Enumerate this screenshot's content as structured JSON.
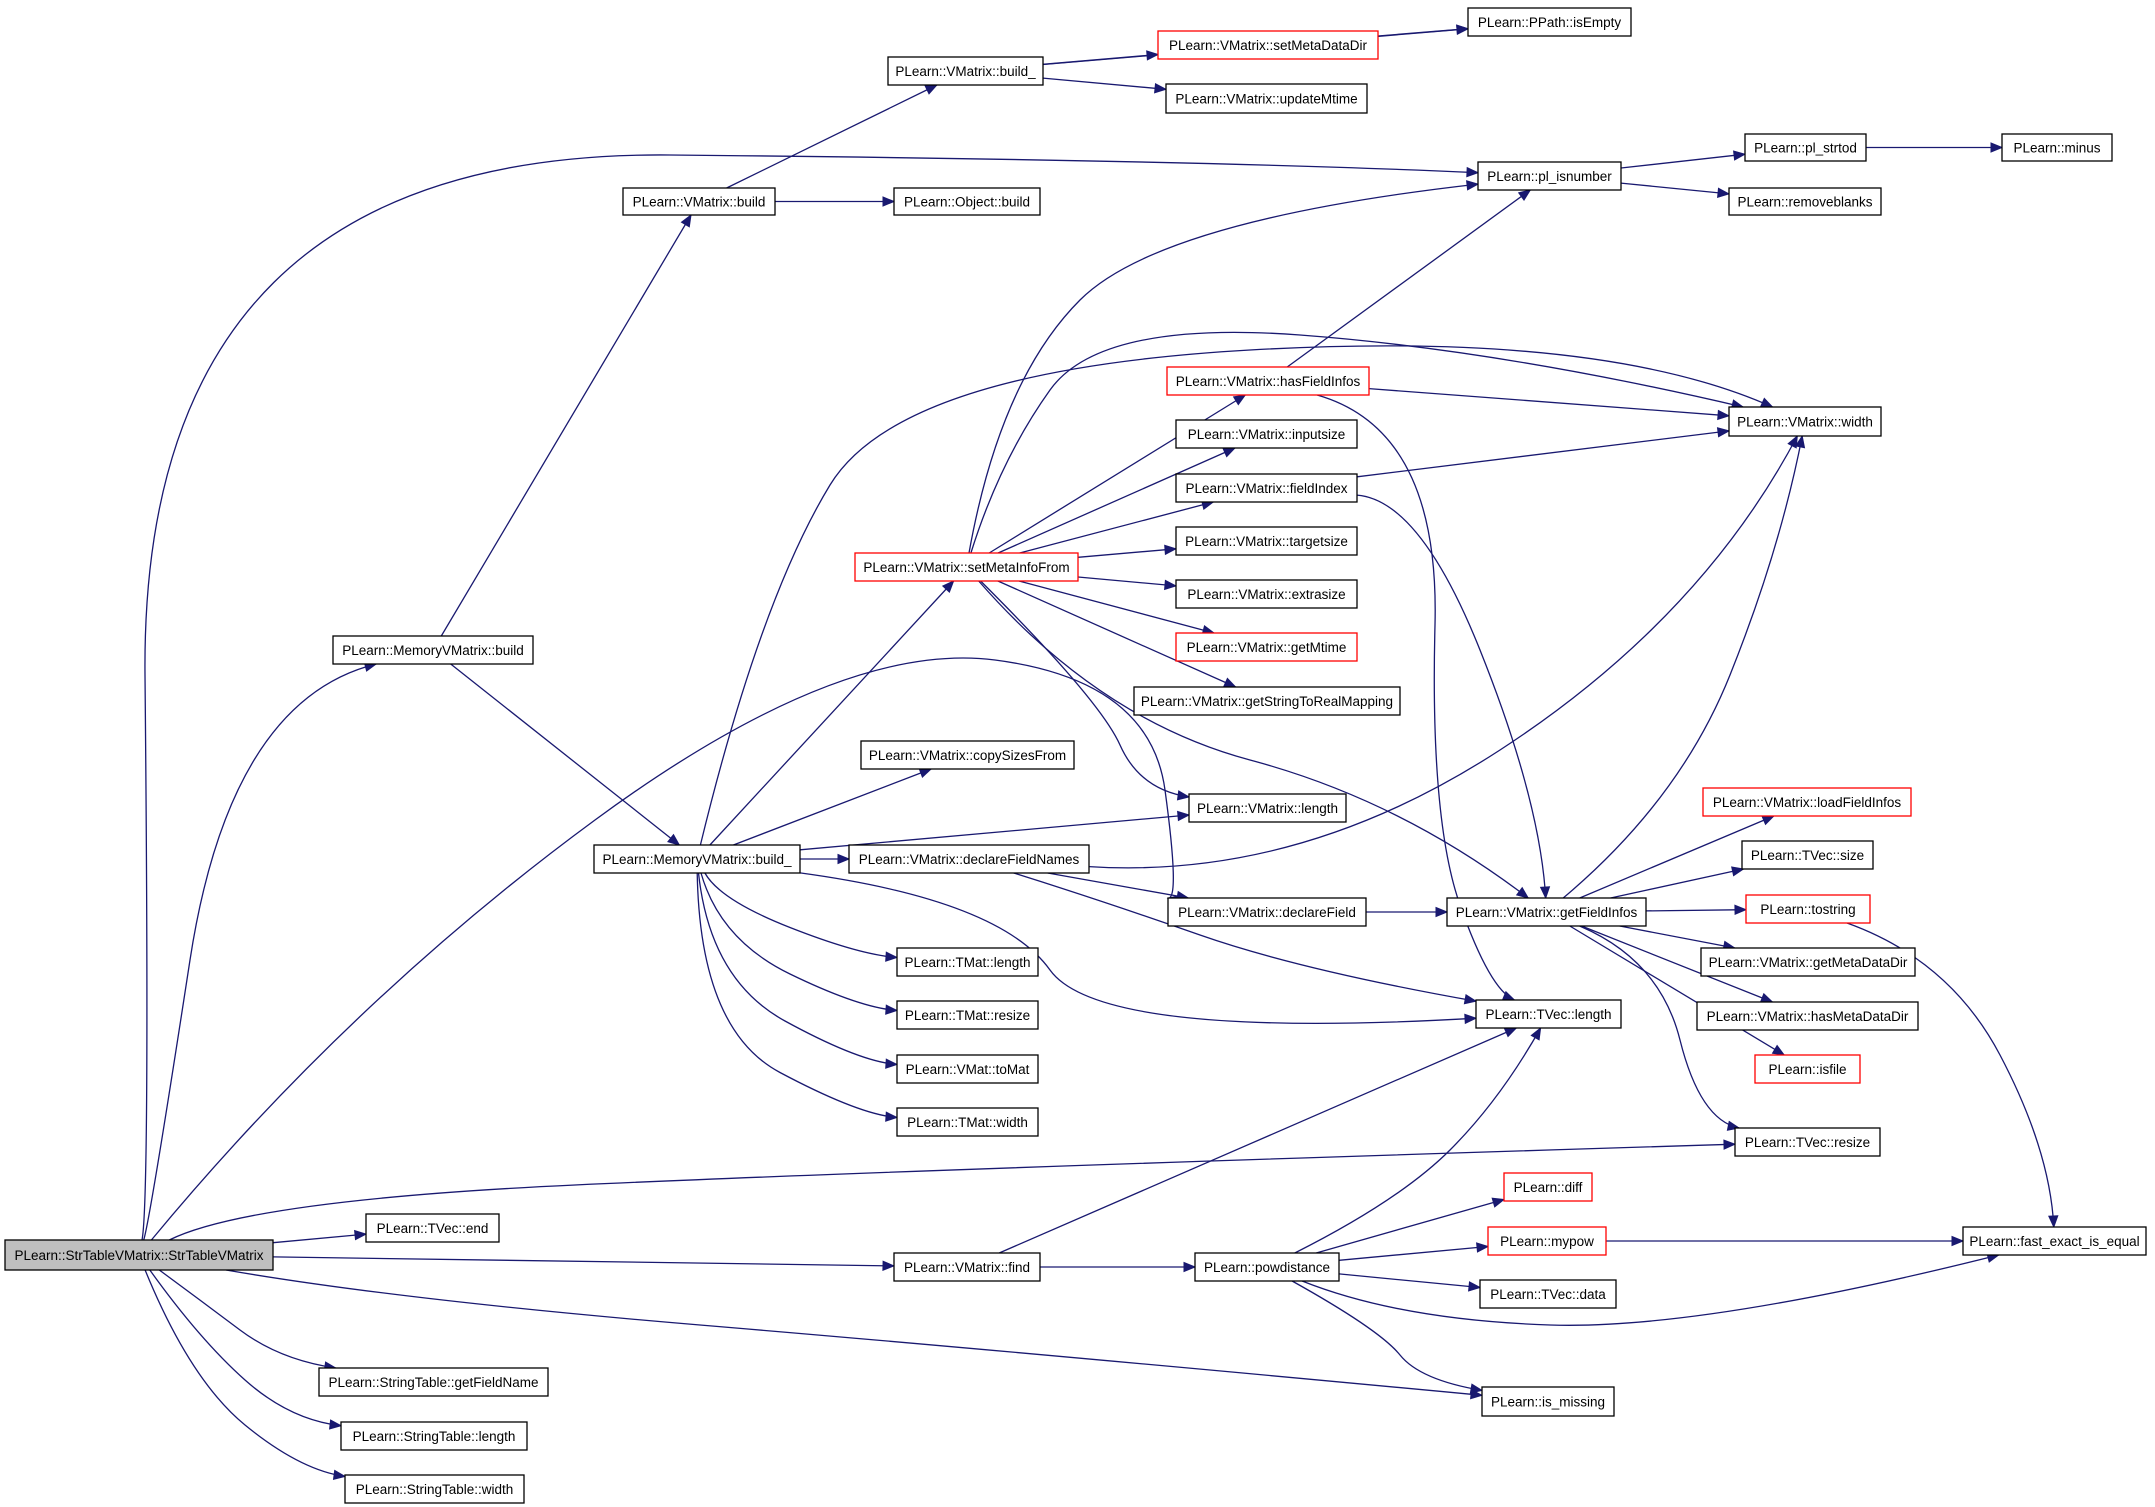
{
  "colors": {
    "edge": "#191970",
    "node_border": "#000000",
    "node_border_truncated": "#ff0000",
    "root_fill": "#bfbfbf",
    "node_fill": "#ffffff"
  },
  "nodes": [
    {
      "id": "root",
      "label": "PLearn::StrTableVMatrix::StrTableVMatrix",
      "style": "root"
    },
    {
      "id": "vm_build",
      "label": "PLearn::VMatrix::build"
    },
    {
      "id": "vm_build_",
      "label": "PLearn::VMatrix::build_"
    },
    {
      "id": "setmetadatadir",
      "label": "PLearn::VMatrix::setMetaDataDir",
      "style": "red"
    },
    {
      "id": "ppath_isempty",
      "label": "PLearn::PPath::isEmpty"
    },
    {
      "id": "updatemtime",
      "label": "PLearn::VMatrix::updateMtime"
    },
    {
      "id": "object_build",
      "label": "PLearn::Object::build"
    },
    {
      "id": "pl_isnumber",
      "label": "PLearn::pl_isnumber"
    },
    {
      "id": "pl_strtod",
      "label": "PLearn::pl_strtod"
    },
    {
      "id": "minus",
      "label": "PLearn::minus"
    },
    {
      "id": "removeblanks",
      "label": "PLearn::removeblanks"
    },
    {
      "id": "hasfieldinfos",
      "label": "PLearn::VMatrix::hasFieldInfos",
      "style": "red"
    },
    {
      "id": "vm_width",
      "label": "PLearn::VMatrix::width"
    },
    {
      "id": "inputsize",
      "label": "PLearn::VMatrix::inputsize"
    },
    {
      "id": "fieldindex",
      "label": "PLearn::VMatrix::fieldIndex"
    },
    {
      "id": "setmetainfofrom",
      "label": "PLearn::VMatrix::setMetaInfoFrom",
      "style": "red"
    },
    {
      "id": "targetsize",
      "label": "PLearn::VMatrix::targetsize"
    },
    {
      "id": "extrasize",
      "label": "PLearn::VMatrix::extrasize"
    },
    {
      "id": "getmtime",
      "label": "PLearn::VMatrix::getMtime",
      "style": "red"
    },
    {
      "id": "getstringtorealmapping",
      "label": "PLearn::VMatrix::getStringToRealMapping"
    },
    {
      "id": "mem_build",
      "label": "PLearn::MemoryVMatrix::build"
    },
    {
      "id": "copysizesfrom",
      "label": "PLearn::VMatrix::copySizesFrom"
    },
    {
      "id": "vm_length",
      "label": "PLearn::VMatrix::length"
    },
    {
      "id": "mem_build_",
      "label": "PLearn::MemoryVMatrix::build_"
    },
    {
      "id": "declarefieldnames",
      "label": "PLearn::VMatrix::declareFieldNames"
    },
    {
      "id": "declarefield",
      "label": "PLearn::VMatrix::declareField"
    },
    {
      "id": "getfieldinfos",
      "label": "PLearn::VMatrix::getFieldInfos"
    },
    {
      "id": "loadfieldinfos",
      "label": "PLearn::VMatrix::loadFieldInfos",
      "style": "red"
    },
    {
      "id": "tvec_size",
      "label": "PLearn::TVec::size"
    },
    {
      "id": "tostring",
      "label": "PLearn::tostring",
      "style": "red"
    },
    {
      "id": "getmetadatadir",
      "label": "PLearn::VMatrix::getMetaDataDir"
    },
    {
      "id": "hasmetadatadir",
      "label": "PLearn::VMatrix::hasMetaDataDir"
    },
    {
      "id": "tmat_length",
      "label": "PLearn::TMat::length"
    },
    {
      "id": "tvec_length",
      "label": "PLearn::TVec::length"
    },
    {
      "id": "tmat_resize",
      "label": "PLearn::TMat::resize"
    },
    {
      "id": "isfile",
      "label": "PLearn::isfile",
      "style": "red"
    },
    {
      "id": "vmat_tomat",
      "label": "PLearn::VMat::toMat"
    },
    {
      "id": "tmat_width",
      "label": "PLearn::TMat::width"
    },
    {
      "id": "tvec_resize",
      "label": "PLearn::TVec::resize"
    },
    {
      "id": "diff",
      "label": "PLearn::diff",
      "style": "red"
    },
    {
      "id": "tvec_end",
      "label": "PLearn::TVec::end"
    },
    {
      "id": "mypow",
      "label": "PLearn::mypow",
      "style": "red"
    },
    {
      "id": "fast_exact_is_equal",
      "label": "PLearn::fast_exact_is_equal"
    },
    {
      "id": "vm_find",
      "label": "PLearn::VMatrix::find"
    },
    {
      "id": "powdistance",
      "label": "PLearn::powdistance"
    },
    {
      "id": "tvec_data",
      "label": "PLearn::TVec::data"
    },
    {
      "id": "st_getfieldname",
      "label": "PLearn::StringTable::getFieldName"
    },
    {
      "id": "is_missing",
      "label": "PLearn::is_missing"
    },
    {
      "id": "st_length",
      "label": "PLearn::StringTable::length"
    },
    {
      "id": "st_width",
      "label": "PLearn::StringTable::width"
    }
  ],
  "edges": [
    [
      "vm_build",
      "vm_build_"
    ],
    [
      "vm_build_",
      "ppath_isempty"
    ],
    [
      "vm_build_",
      "setmetadatadir"
    ],
    [
      "setmetadatadir",
      "ppath_isempty"
    ],
    [
      "vm_build_",
      "updatemtime"
    ],
    [
      "vm_build",
      "object_build"
    ],
    [
      "root",
      "pl_isnumber"
    ],
    [
      "pl_isnumber",
      "pl_strtod"
    ],
    [
      "pl_strtod",
      "minus"
    ],
    [
      "pl_isnumber",
      "removeblanks"
    ],
    [
      "hasfieldinfos",
      "pl_isnumber"
    ],
    [
      "hasfieldinfos",
      "vm_width"
    ],
    [
      "hasfieldinfos",
      "tvec_length"
    ],
    [
      "fieldindex",
      "vm_width"
    ],
    [
      "fieldindex",
      "getfieldinfos"
    ],
    [
      "setmetainfofrom",
      "pl_isnumber"
    ],
    [
      "setmetainfofrom",
      "vm_width"
    ],
    [
      "setmetainfofrom",
      "hasfieldinfos"
    ],
    [
      "setmetainfofrom",
      "inputsize"
    ],
    [
      "setmetainfofrom",
      "fieldindex"
    ],
    [
      "setmetainfofrom",
      "targetsize"
    ],
    [
      "setmetainfofrom",
      "extrasize"
    ],
    [
      "setmetainfofrom",
      "getmtime"
    ],
    [
      "setmetainfofrom",
      "getstringtorealmapping"
    ],
    [
      "setmetainfofrom",
      "vm_length"
    ],
    [
      "setmetainfofrom",
      "getfieldinfos"
    ],
    [
      "mem_build",
      "vm_build"
    ],
    [
      "mem_build",
      "mem_build_"
    ],
    [
      "mem_build_",
      "vm_width"
    ],
    [
      "mem_build_",
      "setmetainfofrom"
    ],
    [
      "mem_build_",
      "copysizesfrom"
    ],
    [
      "mem_build_",
      "vm_length"
    ],
    [
      "mem_build_",
      "declarefieldnames"
    ],
    [
      "mem_build_",
      "tmat_length"
    ],
    [
      "mem_build_",
      "tmat_resize"
    ],
    [
      "mem_build_",
      "vmat_tomat"
    ],
    [
      "mem_build_",
      "tmat_width"
    ],
    [
      "mem_build_",
      "tvec_length"
    ],
    [
      "declarefieldnames",
      "vm_width"
    ],
    [
      "declarefieldnames",
      "declarefield"
    ],
    [
      "declarefieldnames",
      "tvec_length"
    ],
    [
      "declarefield",
      "getfieldinfos"
    ],
    [
      "getfieldinfos",
      "vm_width"
    ],
    [
      "getfieldinfos",
      "loadfieldinfos"
    ],
    [
      "getfieldinfos",
      "tvec_size"
    ],
    [
      "getfieldinfos",
      "tostring"
    ],
    [
      "getfieldinfos",
      "getmetadatadir"
    ],
    [
      "getfieldinfos",
      "hasmetadatadir"
    ],
    [
      "getfieldinfos",
      "isfile"
    ],
    [
      "getfieldinfos",
      "tvec_resize"
    ],
    [
      "tostring",
      "fast_exact_is_equal"
    ],
    [
      "root",
      "mem_build"
    ],
    [
      "root",
      "declarefield"
    ],
    [
      "root",
      "tvec_resize"
    ],
    [
      "root",
      "tvec_end"
    ],
    [
      "root",
      "vm_find"
    ],
    [
      "root",
      "st_getfieldname"
    ],
    [
      "root",
      "is_missing"
    ],
    [
      "root",
      "st_length"
    ],
    [
      "root",
      "st_width"
    ],
    [
      "vm_find",
      "tvec_length"
    ],
    [
      "vm_find",
      "powdistance"
    ],
    [
      "powdistance",
      "tvec_length"
    ],
    [
      "powdistance",
      "diff"
    ],
    [
      "powdistance",
      "mypow"
    ],
    [
      "powdistance",
      "tvec_data"
    ],
    [
      "powdistance",
      "fast_exact_is_equal"
    ],
    [
      "powdistance",
      "is_missing"
    ],
    [
      "mypow",
      "fast_exact_is_equal"
    ]
  ]
}
